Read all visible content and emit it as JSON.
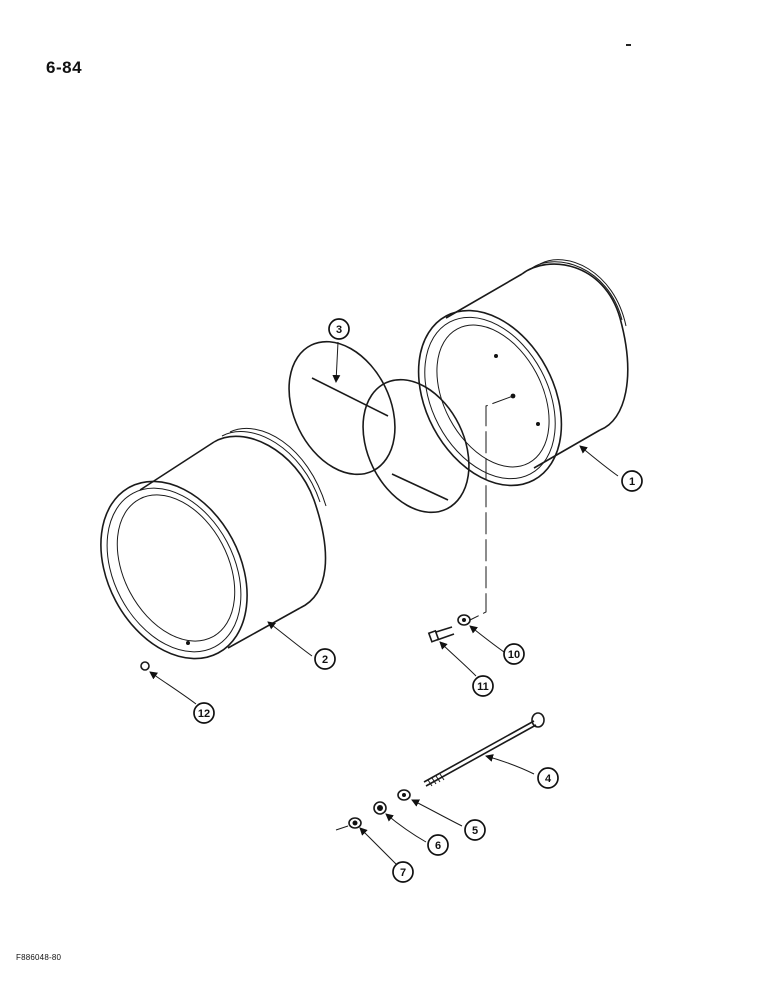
{
  "page": {
    "number": "6-84",
    "figure_id": "F886048-80"
  },
  "callouts": [
    {
      "id": "1",
      "label": "1"
    },
    {
      "id": "2",
      "label": "2"
    },
    {
      "id": "3",
      "label": "3"
    },
    {
      "id": "4",
      "label": "4"
    },
    {
      "id": "5",
      "label": "5"
    },
    {
      "id": "6",
      "label": "6"
    },
    {
      "id": "7",
      "label": "7"
    },
    {
      "id": "10",
      "label": "10"
    },
    {
      "id": "11",
      "label": "11"
    },
    {
      "id": "12",
      "label": "12"
    }
  ]
}
